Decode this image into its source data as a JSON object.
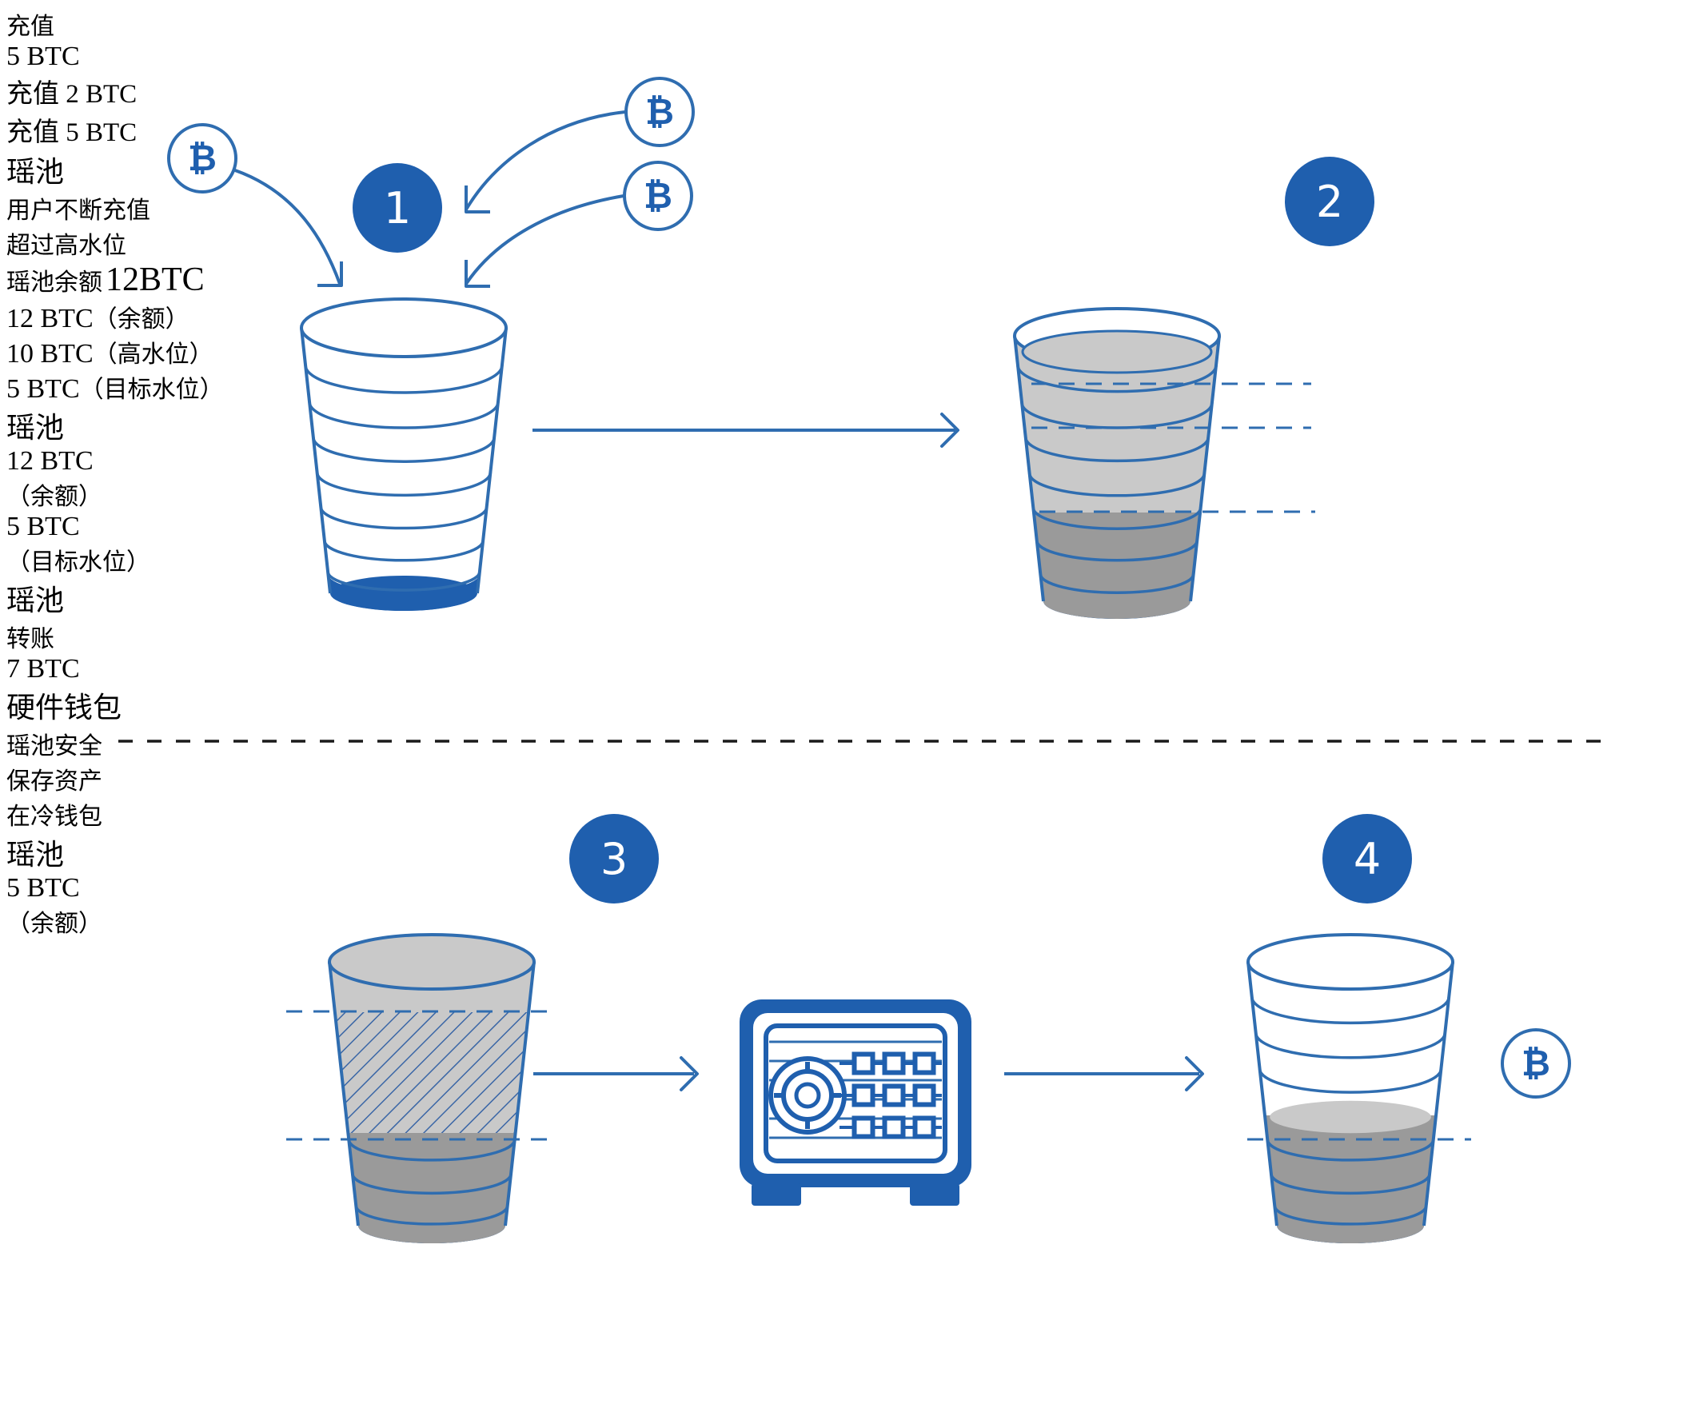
{
  "colors": {
    "blue": "#2f6db0",
    "dark_blue": "#1f5fae",
    "gray_light": "#c9c9c9",
    "gray_dark": "#9a9a9a",
    "text": "#1a1a1a"
  },
  "panel1": {
    "step": "1",
    "left_deposit": {
      "label": "充值",
      "amount": "5 BTC"
    },
    "deposit_a": {
      "label": "充值",
      "amount": "2 BTC"
    },
    "deposit_b": {
      "label": "充值",
      "amount": "5 BTC"
    },
    "pool_label": "瑶池"
  },
  "arrow_1_2": {
    "label_top": "用户不断充值",
    "label_mid": "超过高水位",
    "label_bottom_prefix": "瑶池余额",
    "label_bottom_value": "12BTC"
  },
  "panel2": {
    "step": "2",
    "pool_label": "瑶池",
    "levels": [
      {
        "amount": "12 BTC",
        "note": "（余额）"
      },
      {
        "amount": "10 BTC",
        "note": "（高水位）"
      },
      {
        "amount": "5 BTC",
        "note": "（目标水位）"
      }
    ]
  },
  "panel3": {
    "step": "3",
    "pool_label": "瑶池",
    "level_top": {
      "amount": "12 BTC",
      "note": "（余额）"
    },
    "level_bottom": {
      "amount": "5 BTC",
      "note": "（目标水位）"
    },
    "transfer": {
      "label": "转账",
      "amount": "7 BTC"
    },
    "wallet_label": "硬件钱包",
    "safe": {
      "label": "瑶池安全",
      "line1": "保存资产",
      "line2": "在冷钱包"
    }
  },
  "panel4": {
    "step": "4",
    "pool_label": "瑶池",
    "balance": {
      "amount": "5 BTC",
      "note": "（余额）"
    }
  },
  "icons": [
    "bitcoin-icon",
    "cup-icon",
    "safe-icon",
    "arrow-icon"
  ]
}
